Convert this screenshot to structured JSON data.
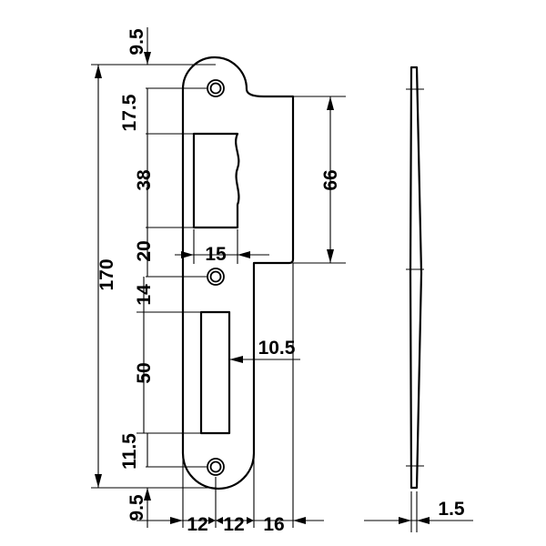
{
  "dimensions": {
    "top_offset": "9.5",
    "hole_to_cutout": "17.5",
    "upper_cutout_height": "38",
    "cutout_to_hole": "20",
    "upper_cutout_width": "15",
    "tongue_height": "66",
    "overall_height": "170",
    "hole_to_lower_cutout": "14",
    "lower_cutout_height": "50",
    "lower_cutout_offset": "10.5",
    "lower_cutout_to_hole": "11.5",
    "bottom_offset": "9.5",
    "width_left": "12",
    "width_mid": "12",
    "width_right": "16",
    "thickness": "1.5"
  },
  "colors": {
    "line": "#000000",
    "background": "#ffffff"
  }
}
